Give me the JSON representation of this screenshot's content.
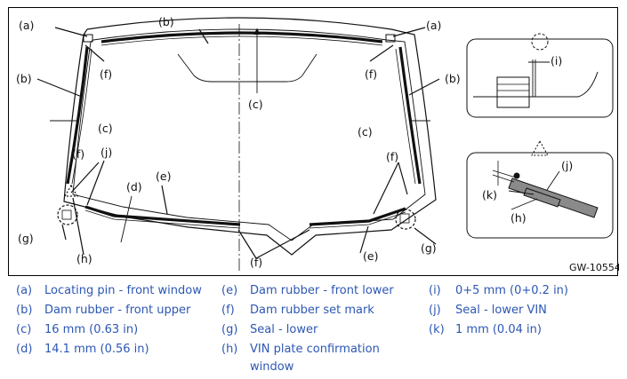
{
  "figure": {
    "code": "GW-10554",
    "callouts": {
      "a": "(a)",
      "b": "(b)",
      "c": "(c)",
      "d": "(d)",
      "e": "(e)",
      "f": "(f)",
      "g": "(g)",
      "h": "(h)",
      "i": "(i)",
      "j": "(j)",
      "k": "(k)"
    }
  },
  "legend": [
    {
      "key": "(a)",
      "text": "Locating pin - front window"
    },
    {
      "key": "(b)",
      "text": "Dam rubber - front upper"
    },
    {
      "key": "(c)",
      "text": "16 mm (0.63 in)"
    },
    {
      "key": "(d)",
      "text": "14.1 mm (0.56 in)"
    },
    {
      "key": "(e)",
      "text": "Dam rubber - front lower"
    },
    {
      "key": "(f)",
      "text": "Dam rubber set mark"
    },
    {
      "key": "(g)",
      "text": "Seal - lower"
    },
    {
      "key": "(h)",
      "text": "VIN plate confirmation"
    },
    {
      "key": "",
      "text": "window"
    },
    {
      "key": "(i)",
      "text": "0+5 mm (0+0.2 in)"
    },
    {
      "key": "(j)",
      "text": "Seal - lower VIN"
    },
    {
      "key": "(k)",
      "text": "1 mm (0.04 in)"
    }
  ],
  "colors": {
    "legend_text": "#2d57b4",
    "line": "#111111",
    "rubber_fill": "#8a8a8a"
  }
}
